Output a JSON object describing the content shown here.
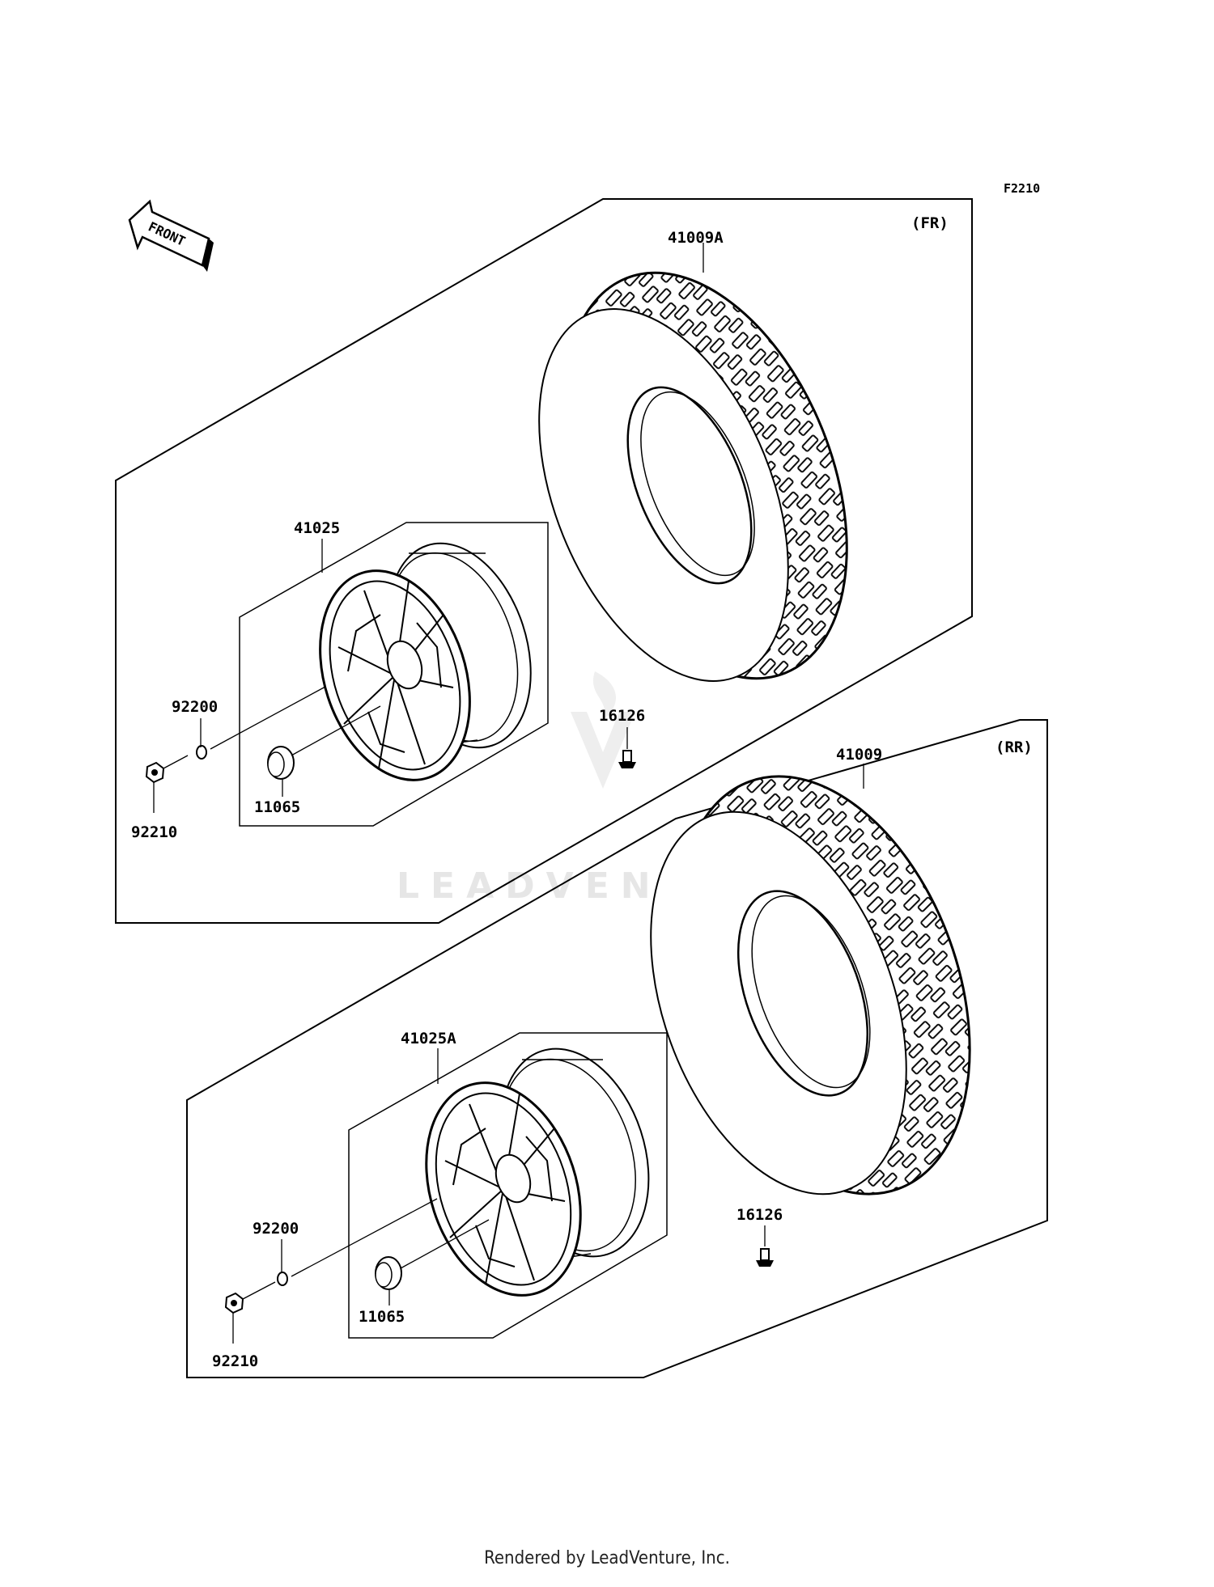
{
  "figure_code": "F2210",
  "front_label": "FRONT",
  "watermark": "LEADVENTURE",
  "footer": "Rendered by LeadVenture, Inc.",
  "sections": [
    {
      "label": "(FR)"
    },
    {
      "label": "(RR)"
    }
  ],
  "parts": {
    "fr_tire": "41009A",
    "fr_wheel": "41025",
    "fr_washer": "92200",
    "fr_nut": "92210",
    "fr_cap": "11065",
    "fr_valve": "16126",
    "rr_tire": "41009",
    "rr_wheel": "41025A",
    "rr_washer": "92200",
    "rr_nut": "92210",
    "rr_cap": "11065",
    "rr_valve": "16126"
  }
}
